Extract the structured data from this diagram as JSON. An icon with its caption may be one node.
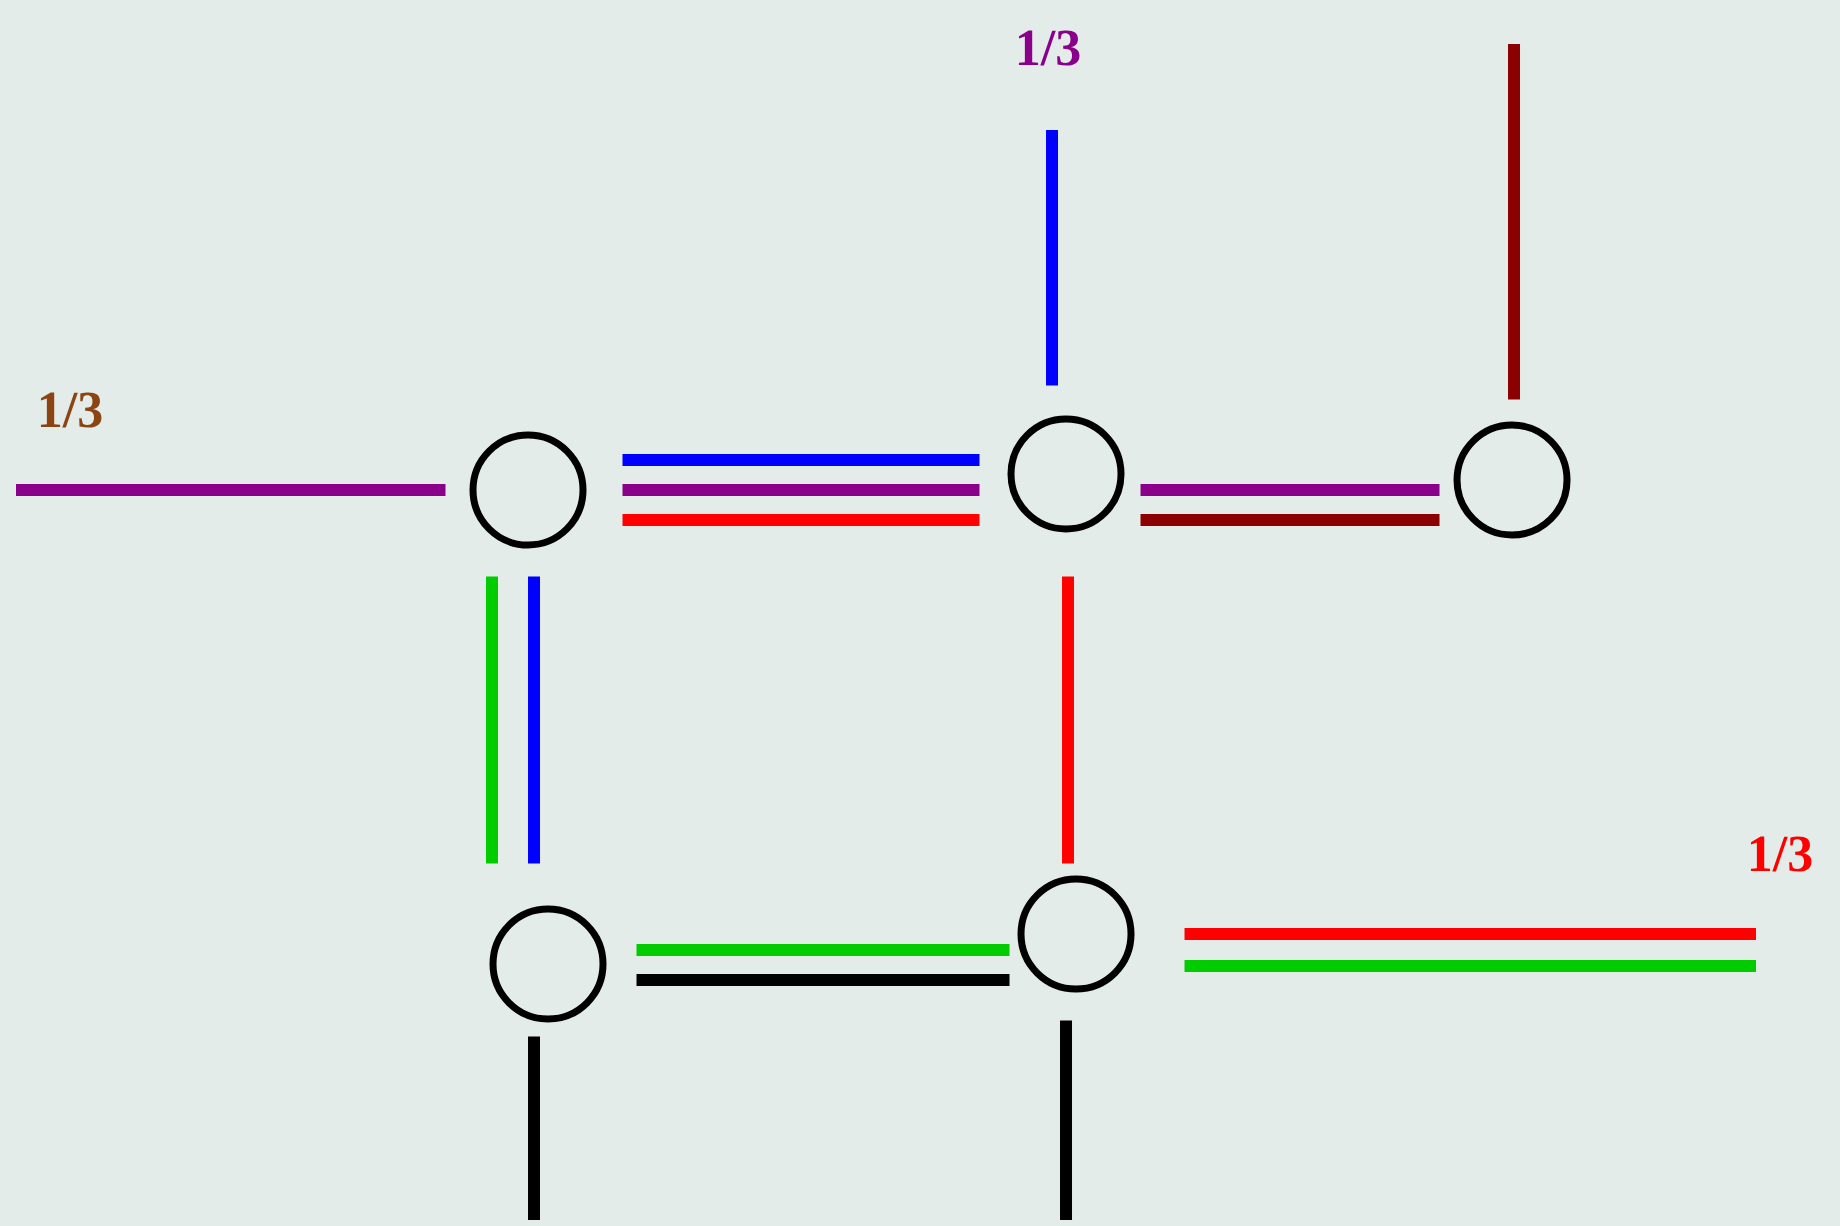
{
  "diagram": {
    "nodes": [
      {
        "text": [],
        "shape": "circle"
      },
      {
        "text": [],
        "shape": "circle"
      },
      {
        "text": [],
        "shape": "circle"
      },
      {
        "text": [],
        "shape": "circle"
      },
      {
        "text": [],
        "shape": "circle"
      }
    ],
    "edges": [
      {
        "from": null,
        "to": 0,
        "arrow": "none",
        "color": "#8b008b"
      },
      {
        "from": 0,
        "to": 1,
        "arrow": "none",
        "color": "#0000ff"
      },
      {
        "from": 0,
        "to": 1,
        "arrow": "none",
        "color": "#8b008b"
      },
      {
        "from": 0,
        "to": 1,
        "arrow": "none",
        "color": "#ff0000"
      },
      {
        "from": null,
        "to": 1,
        "arrow": "none",
        "color": "#0000ff"
      },
      {
        "from": 1,
        "to": 2,
        "arrow": "none",
        "color": "#8b008b"
      },
      {
        "from": 1,
        "to": 2,
        "arrow": "none",
        "color": "#8b0000"
      },
      {
        "from": null,
        "to": 2,
        "arrow": "none",
        "color": "#8b0000"
      },
      {
        "from": 0,
        "to": 3,
        "arrow": "none",
        "color": "#00cc00"
      },
      {
        "from": 0,
        "to": 3,
        "arrow": "none",
        "color": "#0000ff"
      },
      {
        "from": 1,
        "to": 4,
        "arrow": "none",
        "color": "#ff0000"
      },
      {
        "from": 3,
        "to": 4,
        "arrow": "none",
        "color": "#00cc00"
      },
      {
        "from": 3,
        "to": 4,
        "arrow": "none",
        "color": "#000000"
      },
      {
        "from": 4,
        "to": null,
        "arrow": "none",
        "color": "#ff0000"
      },
      {
        "from": 4,
        "to": null,
        "arrow": "none",
        "color": "#00cc00"
      },
      {
        "from": 3,
        "to": null,
        "arrow": "none",
        "color": "#000000"
      },
      {
        "from": 4,
        "to": null,
        "arrow": "none",
        "color": "#000000"
      }
    ],
    "labels": [
      "1/3",
      "1/3",
      "1/3"
    ]
  }
}
